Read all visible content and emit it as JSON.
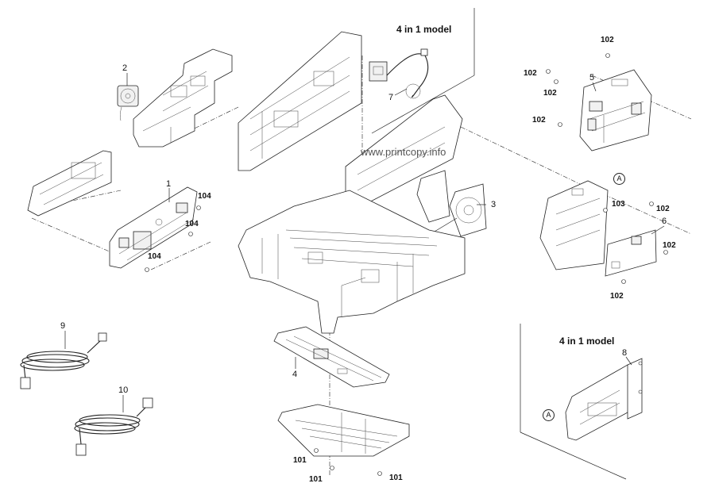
{
  "watermark": "www.printcopy.info",
  "section_titles": {
    "top": "4 in 1 model",
    "bottom_right": "4 in 1 model"
  },
  "callouts": {
    "c1": "1",
    "c2": "2",
    "c3": "3",
    "c4": "4",
    "c5": "5",
    "c6": "6",
    "c7": "7",
    "c8": "8",
    "c9": "9",
    "c10": "10"
  },
  "screws": {
    "s102_top": "102",
    "s102_left": "102",
    "s102_mid": "102",
    "s102_low": "102",
    "s102_r1": "102",
    "s102_r2": "102",
    "s102_r3": "102",
    "s103": "103",
    "s104_a": "104",
    "s104_b": "104",
    "s104_c": "104",
    "s101_a": "101",
    "s101_b": "101",
    "s101_c": "101"
  },
  "marker_a": {
    "upper": "A",
    "lower": "A"
  }
}
